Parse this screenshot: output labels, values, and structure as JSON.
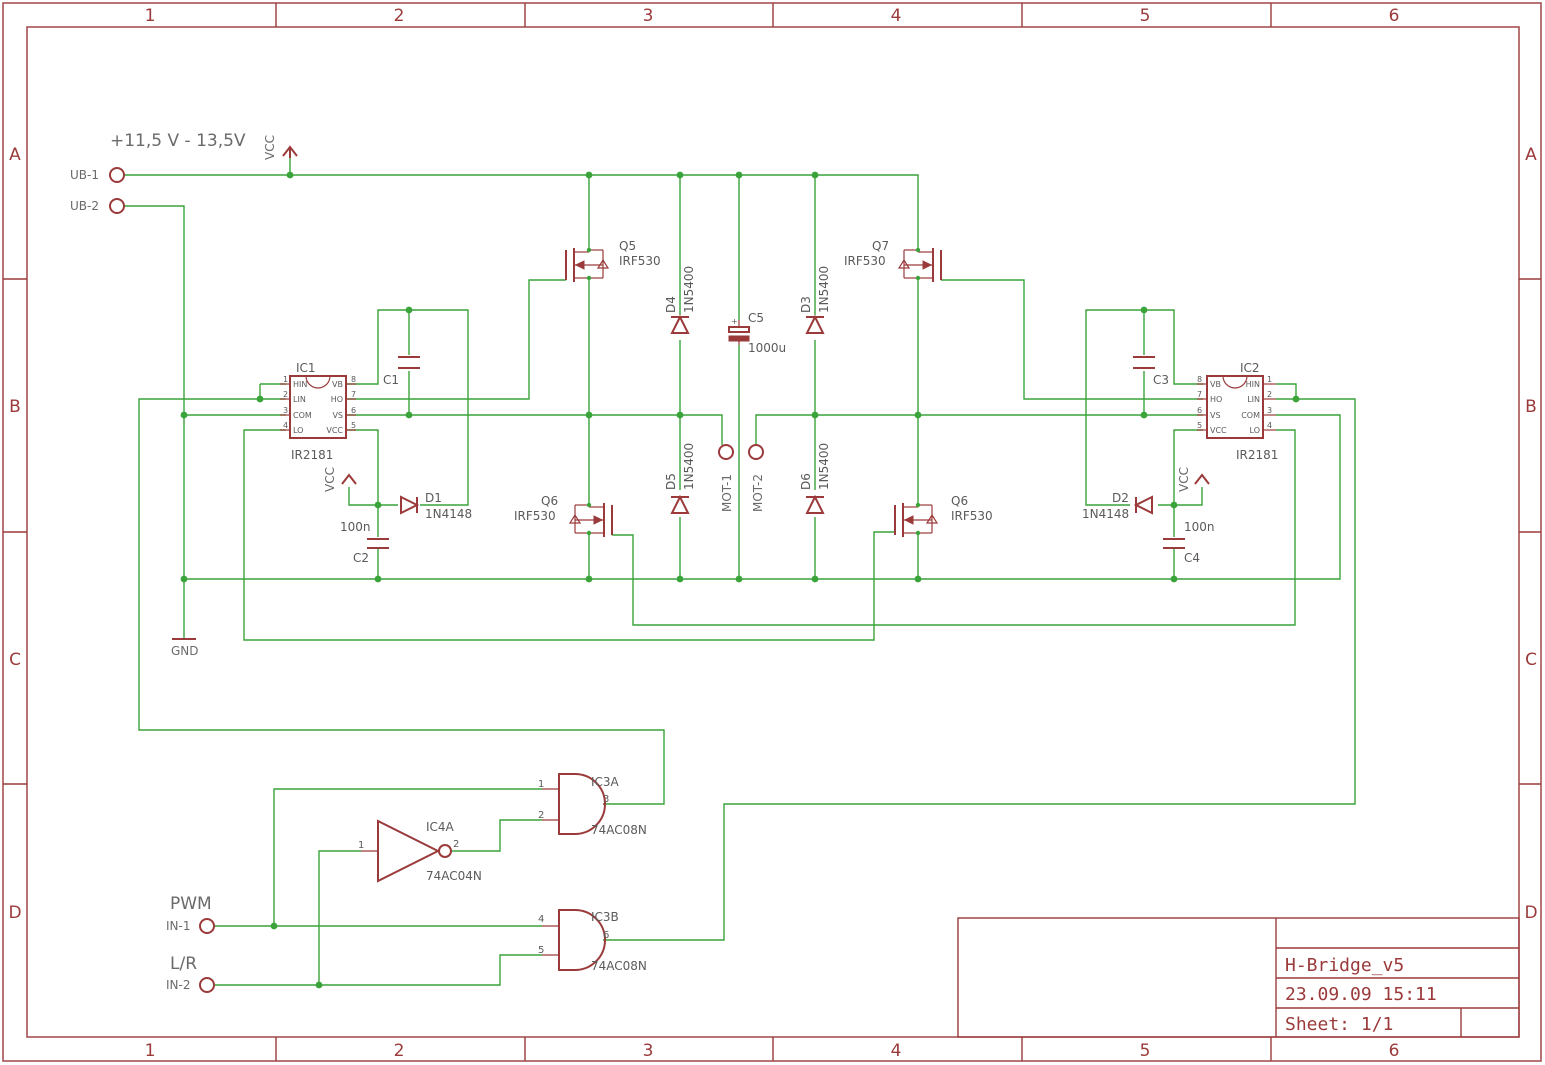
{
  "frame": {
    "columns": [
      "1",
      "2",
      "3",
      "4",
      "5",
      "6"
    ],
    "rows": [
      "A",
      "B",
      "C",
      "D"
    ]
  },
  "supply": {
    "label": "+11,5 V - 13,5V",
    "vcc": "VCC",
    "gnd": "GND"
  },
  "connectors": {
    "ub1": "UB-1",
    "ub2": "UB-2",
    "mot1": "MOT-1",
    "mot2": "MOT-2",
    "in1": "IN-1",
    "in2": "IN-2",
    "pwm": "PWM",
    "lr": "L/R"
  },
  "ic_pins": {
    "hin": "HIN",
    "lin": "LIN",
    "com": "COM",
    "lo": "LO",
    "vb": "VB",
    "ho": "HO",
    "vs": "VS",
    "vcc": "VCC",
    "p1": "1",
    "p2": "2",
    "p3": "3",
    "p4": "4",
    "p5": "5",
    "p6": "6",
    "p7": "7",
    "p8": "8"
  },
  "gate_pins": {
    "p1": "1",
    "p2": "2",
    "p3": "3",
    "p4": "4",
    "p5": "5",
    "p6": "6"
  },
  "parts": {
    "ic1": {
      "name": "IC1",
      "value": "IR2181"
    },
    "ic2": {
      "name": "IC2",
      "value": "IR2181"
    },
    "q5": {
      "name": "Q5",
      "value": "IRF530"
    },
    "q6_left": {
      "name": "Q6",
      "value": "IRF530"
    },
    "q6_right": {
      "name": "Q6",
      "value": "IRF530"
    },
    "q7": {
      "name": "Q7",
      "value": "IRF530"
    },
    "d1": {
      "name": "D1",
      "value": "1N4148"
    },
    "d2": {
      "name": "D2",
      "value": "1N4148"
    },
    "d3": {
      "name": "D3",
      "value": "1N5400"
    },
    "d4": {
      "name": "D4",
      "value": "1N5400"
    },
    "d5": {
      "name": "D5",
      "value": "1N5400"
    },
    "d6": {
      "name": "D6",
      "value": "1N5400"
    },
    "c1": {
      "name": "C1"
    },
    "c2": {
      "name": "C2",
      "value": "100n"
    },
    "c3": {
      "name": "C3"
    },
    "c4": {
      "name": "C4",
      "value": "100n"
    },
    "c5": {
      "name": "C5",
      "value": "1000u"
    },
    "ic3a": {
      "name": "IC3A",
      "value": "74AC08N"
    },
    "ic3b": {
      "name": "IC3B",
      "value": "74AC08N"
    },
    "ic4a": {
      "name": "IC4A",
      "value": "74AC04N"
    }
  },
  "title_block": {
    "title": "H-Bridge_v5",
    "datetime": "23.09.09 15:11",
    "sheet": "Sheet: 1/1"
  },
  "colors": {
    "frame": "#9b3a3a",
    "wire": "#3aa43a",
    "text": "#5a5a5a"
  }
}
